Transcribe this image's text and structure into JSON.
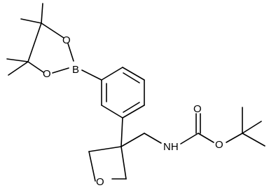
{
  "molecule": {
    "atoms": [
      {
        "id": "B",
        "label": "B"
      },
      {
        "id": "O1",
        "label": "O"
      },
      {
        "id": "O2",
        "label": "O"
      },
      {
        "id": "O3",
        "label": "O"
      },
      {
        "id": "O4",
        "label": "O"
      },
      {
        "id": "O5",
        "label": "O"
      },
      {
        "id": "N",
        "label": "NH"
      }
    ]
  },
  "colors": {
    "bond": "#000000",
    "background": "#ffffff",
    "text": "#000000"
  }
}
